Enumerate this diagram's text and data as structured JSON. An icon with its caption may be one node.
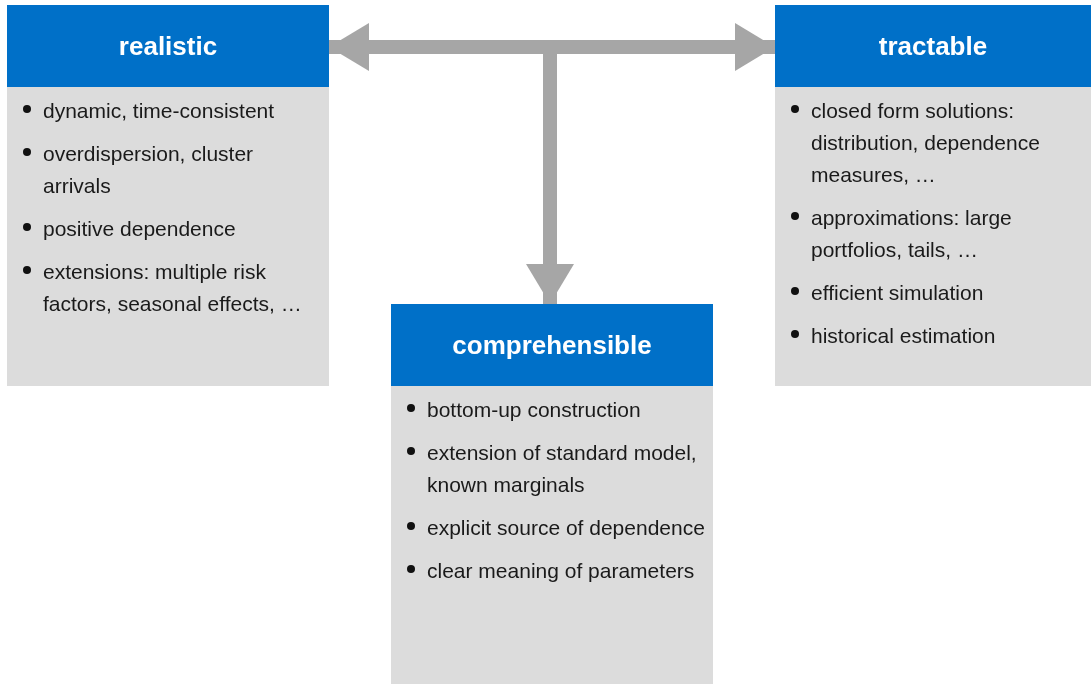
{
  "diagram": {
    "nodes": [
      {
        "text": [
          "realistic",
          "dynamic, time-consistent",
          "overdispersion, cluster arrivals",
          "positive dependence",
          "extensions: multiple risk factors, seasonal effects, …"
        ]
      },
      {
        "text": [
          "tractable",
          "closed form solutions: distribution, dependence measures, …",
          "approximations: large portfolios, tails, …",
          "efficient simulation",
          "historical estimation"
        ]
      },
      {
        "text": [
          "comprehensible",
          "bottom-up construction",
          "extension of standard model, known marginals",
          "explicit source of dependence",
          "clear meaning of parameters"
        ]
      }
    ],
    "edges": [
      {
        "from": 0,
        "to": 1,
        "arrow": "both"
      },
      {
        "from": null,
        "to": 2,
        "arrow": "to"
      }
    ]
  }
}
